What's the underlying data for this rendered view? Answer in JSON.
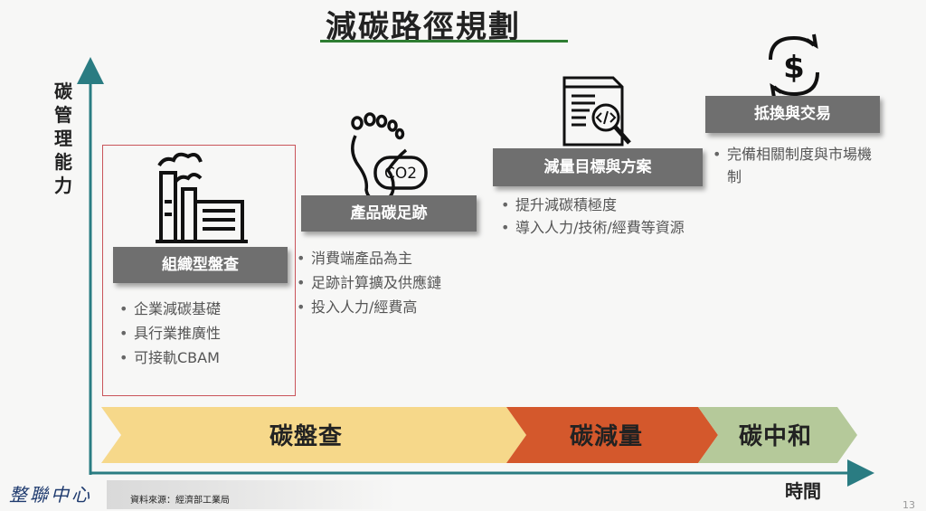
{
  "title": "減碳路徑規劃",
  "y_axis_label": "碳管理能力",
  "x_axis_label": "時間",
  "stages": [
    {
      "label": "組織型盤查",
      "bullets": [
        "企業減碳基礎",
        "具行業推廣性",
        "可接軌CBAM"
      ],
      "icon": "factory-icon"
    },
    {
      "label": "產品碳足跡",
      "bullets": [
        "消費端產品為主",
        "足跡計算擴及供應鏈",
        "投入人力/經費高"
      ],
      "icon": "footprint-co2-icon",
      "icon_text": "CO2"
    },
    {
      "label": "減量目標與方案",
      "bullets": [
        "提升減碳積極度",
        "導入人力/技術/經費等資源"
      ],
      "icon": "document-search-code-icon"
    },
    {
      "label": "抵換與交易",
      "bullets": [
        "完備相關制度與市場機制"
      ],
      "icon": "dollar-exchange-icon"
    }
  ],
  "phases": [
    {
      "label": "碳盤查",
      "color": "#f6d88a"
    },
    {
      "label": "碳減量",
      "color": "#d4582c"
    },
    {
      "label": "碳中和",
      "color": "#b5c99a"
    }
  ],
  "footer": {
    "logo": "整聯中心",
    "source": "資料來源：經濟部工業局"
  },
  "page_number": "13",
  "colors": {
    "axis": "#2a7c82",
    "label_bg": "#6f6f6f",
    "highlight_border": "#c9545a",
    "title_underline": "#2e7d32"
  }
}
